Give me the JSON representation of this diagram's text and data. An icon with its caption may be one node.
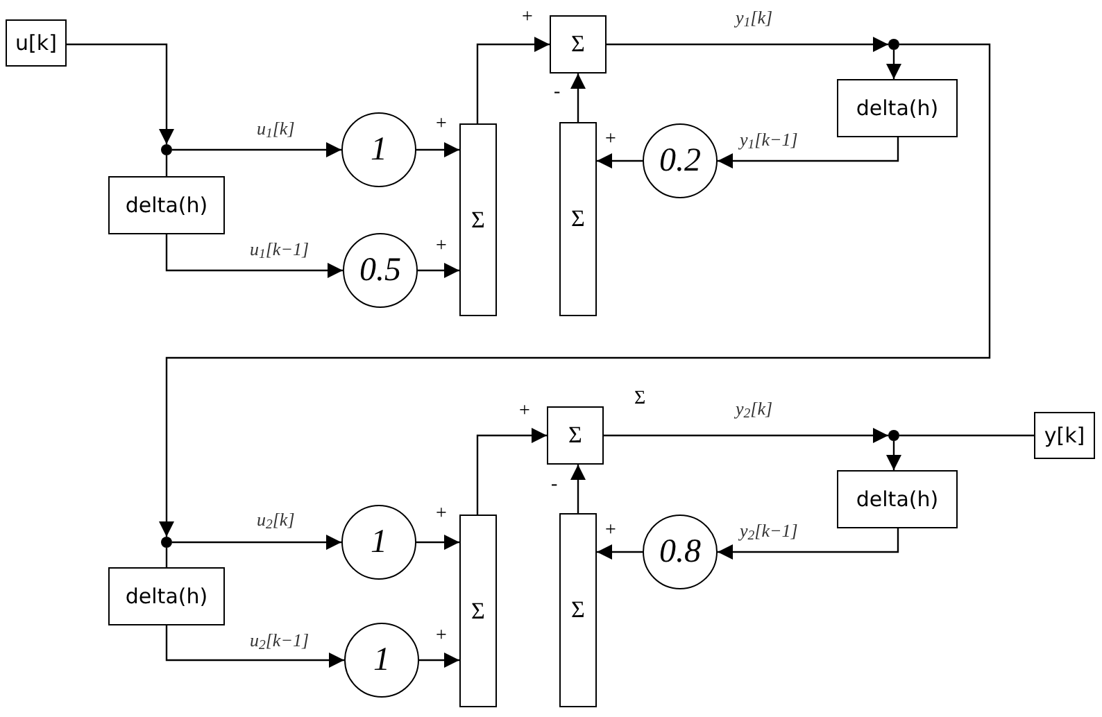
{
  "diagram": {
    "nodes": [
      {
        "text": [
          "u[k]"
        ]
      },
      {
        "text": [],
        "shape": "circle"
      },
      {
        "text": [
          "delta(h)"
        ]
      },
      {
        "text": [
          "1"
        ]
      },
      {
        "text": [
          "0.5"
        ]
      },
      {
        "text": [
          "Σ"
        ]
      },
      {
        "text": [
          "Σ"
        ]
      },
      {
        "text": [
          "Σ"
        ]
      },
      {
        "text": [
          "0.2"
        ]
      },
      {
        "text": [],
        "shape": "circle"
      },
      {
        "text": [
          "delta(h)"
        ]
      },
      {
        "text": [],
        "shape": "circle"
      },
      {
        "text": [
          "delta(h)"
        ]
      },
      {
        "text": [
          "1"
        ]
      },
      {
        "text": [
          "1"
        ]
      },
      {
        "text": [
          "Σ"
        ]
      },
      {
        "text": [
          "Σ"
        ]
      },
      {
        "text": [
          "Σ"
        ]
      },
      {
        "text": [
          "0.8"
        ]
      },
      {
        "text": [],
        "shape": "circle"
      },
      {
        "text": [
          "delta(h)"
        ]
      },
      {
        "text": [
          "y[k]"
        ]
      }
    ],
    "edges": [
      {
        "from": 0,
        "to": 1,
        "arrow": "to"
      },
      {
        "from": 1,
        "to": 3,
        "arrow": "to",
        "label": "u$_{1}$[k]"
      },
      {
        "from": 1,
        "to": 2,
        "arrow": "none"
      },
      {
        "from": 2,
        "to": 4,
        "arrow": "to",
        "label": "u$_{1}$[k−1]"
      },
      {
        "from": 3,
        "to": 5,
        "arrow": "to"
      },
      {
        "from": 4,
        "to": 5,
        "arrow": "to"
      },
      {
        "from": 5,
        "to": 6,
        "arrow": "to"
      },
      {
        "from": 7,
        "to": 6,
        "arrow": "to"
      },
      {
        "from": 8,
        "to": 7,
        "arrow": "to"
      },
      {
        "from": 6,
        "to": 9,
        "arrow": "to",
        "label": "y$_{1}$[k]"
      },
      {
        "from": 9,
        "to": 10,
        "arrow": "to"
      },
      {
        "from": 10,
        "to": 8,
        "arrow": "to",
        "label": "y$_{1}$[k−1]"
      },
      {
        "from": 9,
        "to": 11,
        "arrow": "to"
      },
      {
        "from": 11,
        "to": 13,
        "arrow": "to",
        "label": "u$_{2}$[k]"
      },
      {
        "from": 11,
        "to": 12,
        "arrow": "none"
      },
      {
        "from": 12,
        "to": 14,
        "arrow": "to",
        "label": "u$_{2}$[k−1]"
      },
      {
        "from": 13,
        "to": 15,
        "arrow": "to"
      },
      {
        "from": 14,
        "to": 15,
        "arrow": "to"
      },
      {
        "from": 15,
        "to": 16,
        "arrow": "to"
      },
      {
        "from": 17,
        "to": 16,
        "arrow": "to"
      },
      {
        "from": 18,
        "to": 17,
        "arrow": "to"
      },
      {
        "from": 16,
        "to": 19,
        "arrow": "to",
        "label": "y$_{2}$[k]"
      },
      {
        "from": 19,
        "to": 20,
        "arrow": "to"
      },
      {
        "from": 20,
        "to": 18,
        "arrow": "to",
        "label": "y$_{2}$[k−1]"
      },
      {
        "from": 19,
        "to": 21,
        "arrow": "none"
      }
    ],
    "labels": [
      "+",
      "-",
      "+",
      "+",
      "+",
      "Σ",
      "+",
      "-",
      "+",
      "+",
      "+"
    ]
  }
}
